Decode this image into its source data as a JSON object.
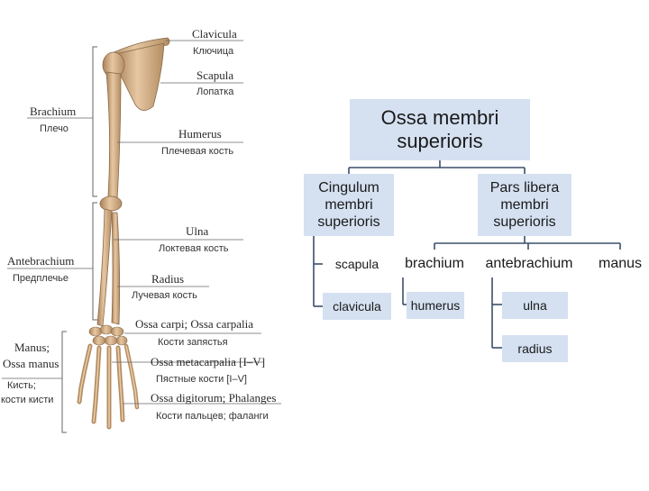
{
  "illustration": {
    "labels": {
      "clavicula_lat": "Clavicula",
      "clavicula_ru": "Ключица",
      "scapula_lat": "Scapula",
      "scapula_ru": "Лопатка",
      "brachium_lat": "Brachium",
      "brachium_ru": "Плечо",
      "humerus_lat": "Humerus",
      "humerus_ru": "Плечевая кость",
      "ulna_lat": "Ulna",
      "ulna_ru": "Локтевая кость",
      "antebrachium_lat": "Antebrachium",
      "antebrachium_ru": "Предплечье",
      "radius_lat": "Radius",
      "radius_ru": "Лучевая кость",
      "carpi_lat": "Ossa carpi; Ossa carpalia",
      "carpi_ru": "Кости запястья",
      "manus_lat1": "Manus;",
      "manus_lat2": "Ossa manus",
      "manus_ru1": "Кисть;",
      "manus_ru2": "кости кисти",
      "metacarpalia_lat": "Ossa metacarpalia [I–V]",
      "metacarpalia_ru": "Пястные кости [I–V]",
      "digitorum_lat": "Ossa digitorum; Phalanges",
      "digitorum_ru": "Кости пальцев; фаланги"
    }
  },
  "hierarchy": {
    "root": {
      "line1": "Ossa membri",
      "line2": "superioris"
    },
    "cingulum": {
      "line1": "Cingulum",
      "line2": "membri",
      "line3": "superioris"
    },
    "pars_libera": {
      "line1": "Pars libera",
      "line2": "membri",
      "line3": "superioris"
    },
    "leaves": {
      "scapula": "scapula",
      "clavicula": "clavicula",
      "brachium": "brachium",
      "humerus": "humerus",
      "antebrachium": "antebrachium",
      "ulna": "ulna",
      "radius": "radius",
      "manus": "manus"
    }
  },
  "colors": {
    "box_fill": "#d5e1f1",
    "connector": "#3b4f6b",
    "bone": "#d8b48c",
    "bone_shadow": "#a9825a"
  }
}
